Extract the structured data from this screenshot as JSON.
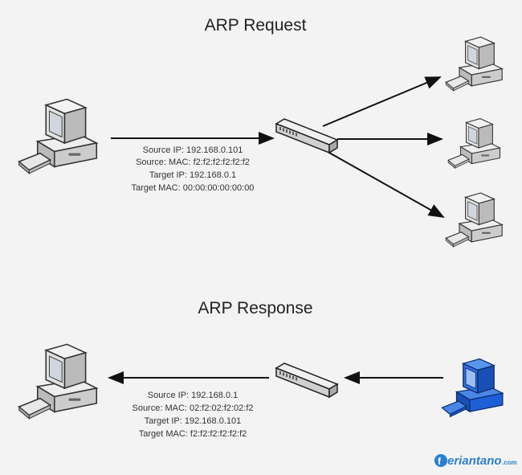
{
  "request": {
    "title": "ARP Request",
    "lines": [
      "Source IP: 192.168.0.101",
      "Source: MAC: f2:f2:f2:f2:f2:f2",
      "Target IP: 192.168.0.1",
      "Target MAC: 00:00:00:00:00:00"
    ]
  },
  "response": {
    "title": "ARP Response",
    "lines": [
      "Source IP: 192.168.0.1",
      "Source: MAC: 02:f2:02:f2:02:f2",
      "Target IP: 192.168.0.101",
      "Target MAC:  f2:f2:f2:f2:f2:f2"
    ]
  },
  "logo": {
    "text": "Feriantano",
    "suffix": ".com"
  },
  "colors": {
    "computer": "#d8d8d8",
    "highlighted_computer": "#1f5fd6",
    "arrow": "#111111",
    "logo": "#2a7fd0"
  }
}
